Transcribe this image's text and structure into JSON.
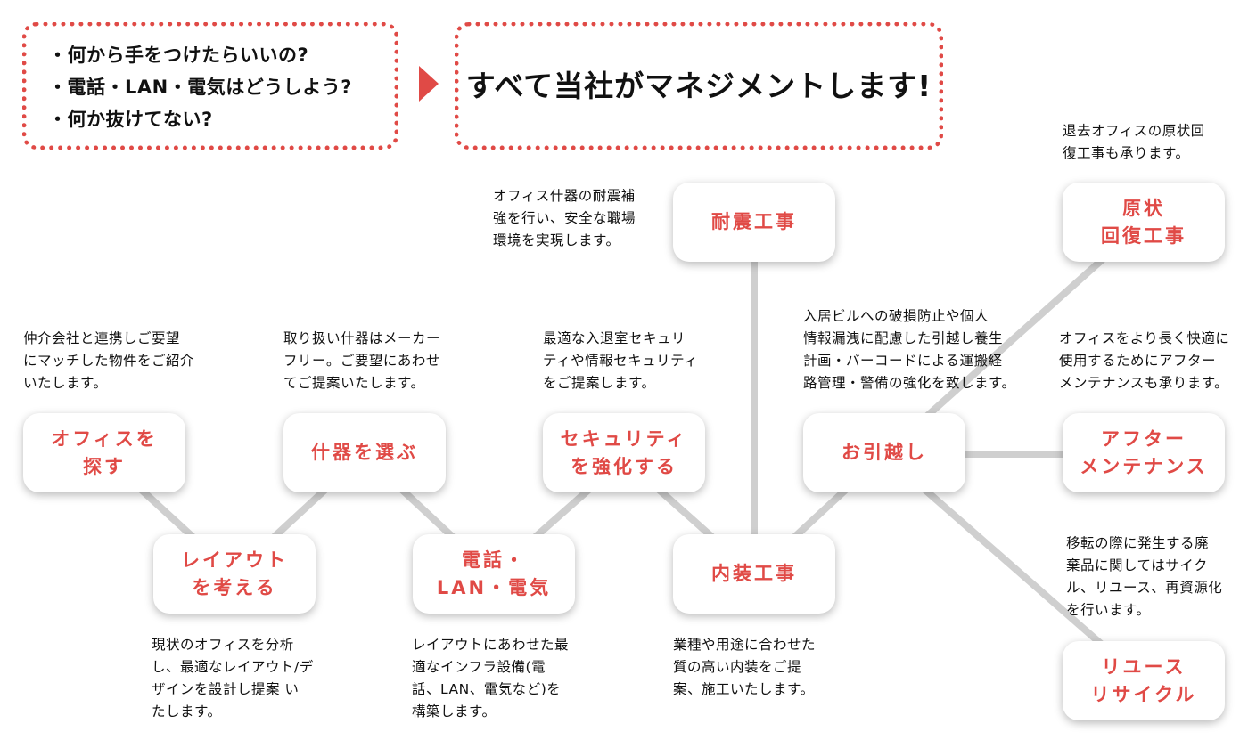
{
  "questions": [
    "・何から手をつけたらいいの?",
    "・電話・LAN・電気はどうしよう?",
    "・何か抜けてない?"
  ],
  "answer": "すべて当社がマネジメントします!",
  "colors": {
    "accent": "#e04a46",
    "connector": "#cfcfcf",
    "text": "#111111"
  },
  "icons": {
    "arrow": "arrow-right-icon"
  },
  "nodes": {
    "office_search": [
      "オフィスを",
      "探す"
    ],
    "layout": [
      "レイアウト",
      "を考える"
    ],
    "furniture": [
      "什器を選ぶ"
    ],
    "telecom": [
      "電話・",
      "LAN・電気"
    ],
    "security": [
      "セキュリティ",
      "を強化する"
    ],
    "interior": [
      "内装工事"
    ],
    "seismic": [
      "耐震工事"
    ],
    "moving": [
      "お引越し"
    ],
    "restoration": [
      "原状",
      "回復工事"
    ],
    "maintenance": [
      "アフター",
      "メンテナンス"
    ],
    "recycle": [
      "リユース",
      "リサイクル"
    ]
  },
  "descriptions": {
    "office_search": [
      "仲介会社と連携しご要望",
      "にマッチした物件をご紹介",
      "いたします。"
    ],
    "layout": [
      "現状のオフィスを分析",
      "し、最適なレイアウト/デ",
      "ザインを設計し提案 い",
      "たします。"
    ],
    "furniture": [
      "取り扱い什器はメーカー",
      "フリー。ご要望にあわせ",
      "てご提案いたします。"
    ],
    "telecom": [
      "レイアウトにあわせた最",
      "適なインフラ設備(電",
      "話、LAN、電気など)を",
      "構築します。"
    ],
    "security": [
      "最適な入退室セキュリ",
      "ティや情報セキュリティ",
      "をご提案します。"
    ],
    "interior": [
      "業種や用途に合わせた",
      "質の高い内装をご提",
      "案、施工いたします。"
    ],
    "seismic": [
      "オフィス什器の耐震補",
      "強を行い、安全な職場",
      "環境を実現します。"
    ],
    "moving": [
      "入居ビルへの破損防止や個人",
      "情報漏洩に配慮した引越し養生",
      "計画・バーコードによる運搬経",
      "路管理・警備の強化を致します。"
    ],
    "restoration": [
      "退去オフィスの原状回",
      "復工事も承ります。"
    ],
    "maintenance": [
      "オフィスをより長く快適に",
      "使用するためにアフター",
      "メンテナンスも承ります。"
    ],
    "recycle": [
      "移転の際に発生する廃",
      "棄品に関してはサイク",
      "ル、リユース、再資源化",
      "を行います。"
    ]
  }
}
